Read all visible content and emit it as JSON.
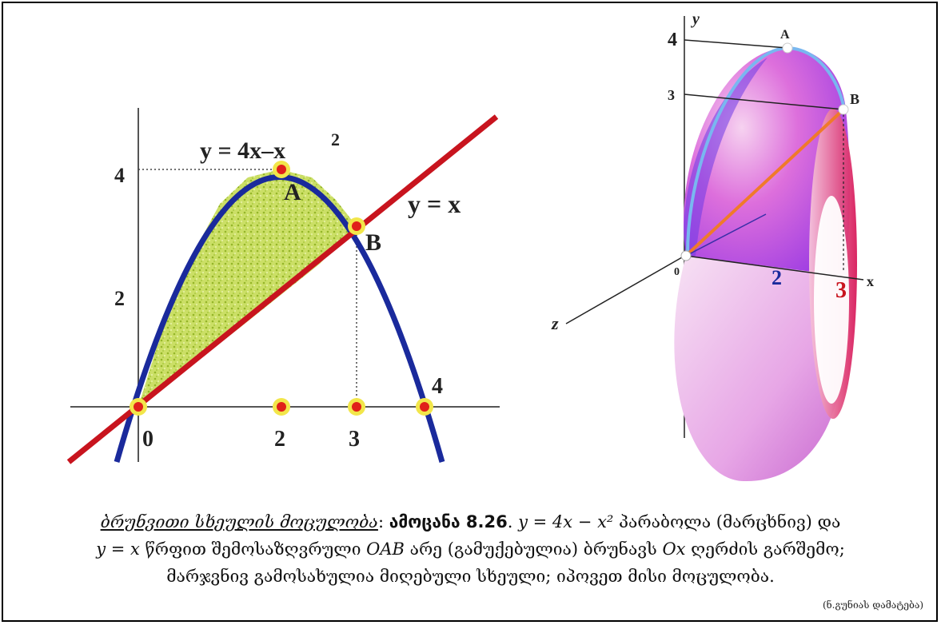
{
  "left_figure": {
    "parabola_label": "y = 4x–x",
    "parabola_exp": "2",
    "line_label": "y = x",
    "point_a": "A",
    "point_b": "B",
    "y_tick_4": "4",
    "y_tick_2": "2",
    "x_tick_0": "0",
    "x_tick_2": "2",
    "x_tick_3": "3",
    "x_tick_4": "4"
  },
  "right_figure": {
    "axis_y": "y",
    "axis_x": "x",
    "axis_z": "z",
    "tick_4": "4",
    "tick_3": "3",
    "origin": "0",
    "x_tick_2": "2",
    "x_tick_3": "3",
    "point_a": "A",
    "point_b": "B"
  },
  "caption": {
    "term": "ბრუნვითი სხეულის მოცულობა",
    "colon": ": ",
    "task": "ამოცანა 8.26",
    "part1": ". ",
    "eq_parabola": "y = 4x − x²",
    "part2": " პარაბოლა (მარცხნივ) და",
    "eq_line": "y = x",
    "part3": " წრფით შემოსაზღვრული ",
    "region": "OAB",
    "part4": " არე (გამუქებულია) ბრუნავს ",
    "axis": "Ox",
    "part5": " ღერძის გარშემო;",
    "line3": "მარჯვნივ გამოსახულია მიღებული სხეული; იპოვეთ მისი მოცულობა."
  },
  "credit": "(ნ.გუნიას დამატება)",
  "colors": {
    "parabola": "#1a2a9c",
    "line": "#c8141e",
    "shading": "#b5d23a",
    "point": "#e0201a",
    "point_halo": "#f2e64a",
    "solid_light": "#f3c6ec",
    "solid_mid": "#d85fd6",
    "solid_dark": "#9b3fe0",
    "solid_rim": "#e8195a"
  }
}
